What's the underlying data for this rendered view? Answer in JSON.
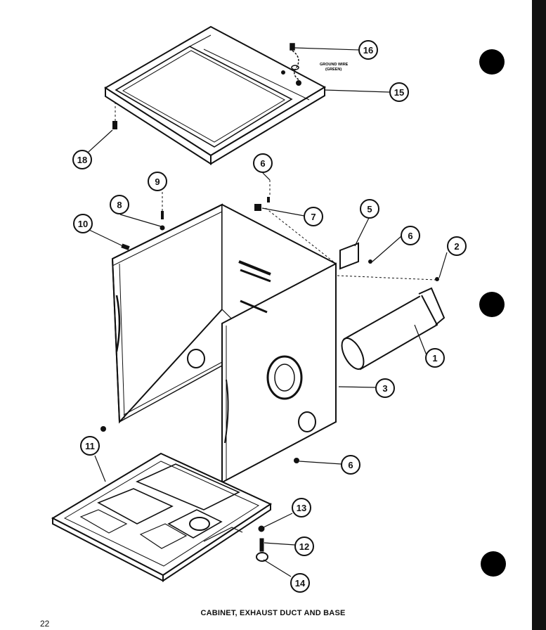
{
  "caption": "CABINET, EXHAUST DUCT AND BASE",
  "page_number": "22",
  "ground_wire_note": [
    "GROUND WIRE",
    "(GREEN)"
  ],
  "callouts": [
    "16",
    "15",
    "18",
    "6",
    "9",
    "8",
    "7",
    "10",
    "5",
    "6",
    "2",
    "1",
    "3",
    "6",
    "11",
    "13",
    "12",
    "14"
  ]
}
